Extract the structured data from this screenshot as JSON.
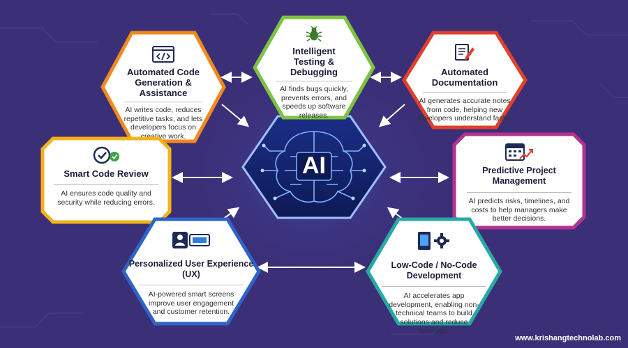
{
  "center": {
    "label": "AI"
  },
  "nodes": [
    {
      "id": "code-gen",
      "title": "Automated Code Generation & Assistance",
      "description": "AI writes code, reduces repetitive tasks, and lets developers focus on creative work.",
      "color": "#f08a1c",
      "icon": "code-icon"
    },
    {
      "id": "testing",
      "title": "Intelligent Testing & Debugging",
      "description": "AI finds bugs quickly, prevents errors, and speeds up software releases.",
      "color": "#7dc241",
      "icon": "bug-icon"
    },
    {
      "id": "documentation",
      "title": "Automated Documentation",
      "description": "AI generates accurate notes from code, helping new developers understand faster.",
      "color": "#e0412b",
      "icon": "document-edit-icon"
    },
    {
      "id": "code-review",
      "title": "Smart Code Review",
      "description": "AI ensures code quality and security while reducing errors.",
      "color": "#f2b21b",
      "icon": "check-review-icon"
    },
    {
      "id": "project-mgmt",
      "title": "Predictive Project Management",
      "description": "AI predicts risks, timelines, and costs to help managers make better decisions.",
      "color": "#b3338f",
      "icon": "calendar-chart-icon"
    },
    {
      "id": "ux",
      "title": "Personalized User Experience (UX)",
      "description": "AI-powered smart screens improve user engagement and customer retention.",
      "color": "#2f63c8",
      "icon": "user-screen-icon"
    },
    {
      "id": "low-code",
      "title": "Low-Code / No-Code Development",
      "description": "AI accelerates app development, enabling non-technical teams to build solutions and reduce backlogs.",
      "color": "#27a9a4",
      "icon": "mobile-gear-icon"
    }
  ],
  "footer": {
    "website": "www.krishangtechnolab.com"
  }
}
